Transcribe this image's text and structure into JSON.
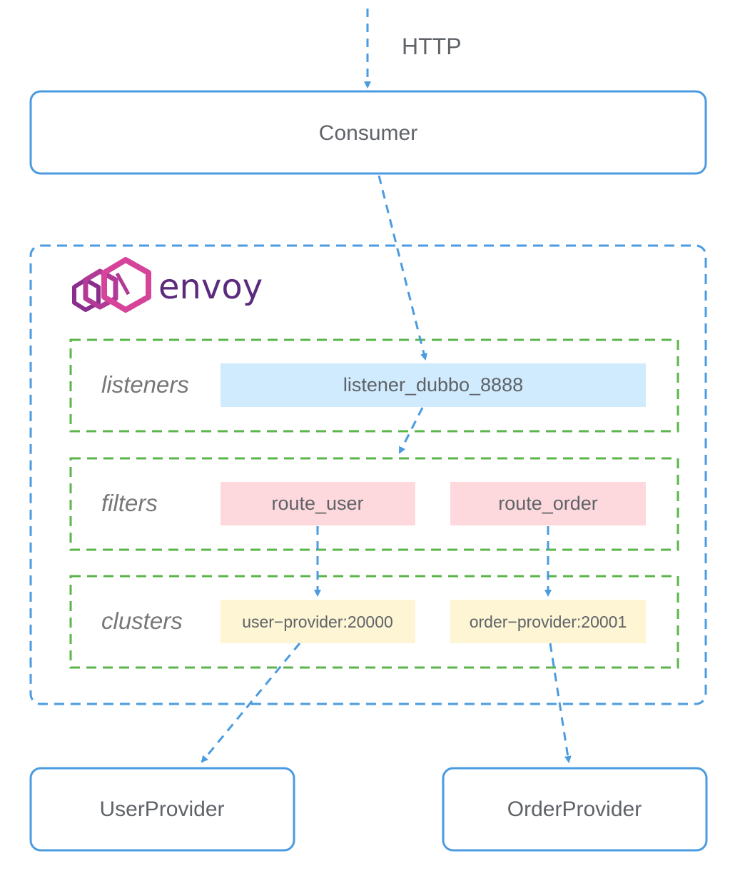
{
  "protocol_label": "HTTP",
  "consumer": {
    "label": "Consumer"
  },
  "envoy": {
    "logo_text": "envoy",
    "logo_icon": "envoy-hexagon-logo",
    "listeners": {
      "label": "listeners",
      "items": [
        "listener_dubbo_8888"
      ]
    },
    "filters": {
      "label": "filters",
      "items": [
        "route_user",
        "route_order"
      ]
    },
    "clusters": {
      "label": "clusters",
      "items": [
        "user−provider:20000",
        "order−provider:20001"
      ]
    }
  },
  "providers": {
    "user": "UserProvider",
    "order": "OrderProvider"
  },
  "colors": {
    "blue_border": "#4a9be0",
    "green_dashed": "#5bb54a",
    "listener_fill": "#cfebfd",
    "filter_fill": "#fdd9dd",
    "cluster_fill": "#fdf5d4",
    "logo_magenta": "#d6449a",
    "logo_purple": "#5b2a7c"
  }
}
